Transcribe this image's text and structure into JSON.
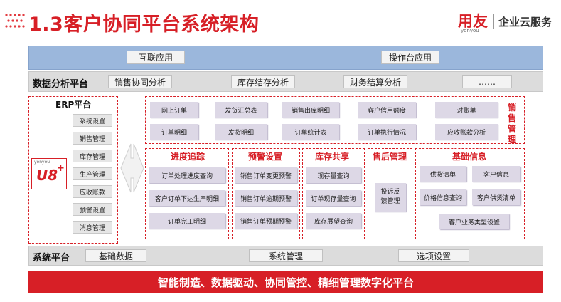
{
  "title": "1.3客户协同平台系统架构",
  "logo": {
    "main": "用友",
    "sub": "yonyou",
    "text": "企业云服务"
  },
  "top_band": {
    "items": [
      "互联应用",
      "操作台应用"
    ]
  },
  "analysis": {
    "label": "数据分析平台",
    "items": [
      "销售协同分析",
      "库存结存分析",
      "财务结算分析",
      "……"
    ]
  },
  "erp": {
    "label": "ERP平台",
    "u8_logo": {
      "brand": "yonyou",
      "mark": "U8",
      "plus": "+"
    },
    "side_items": [
      "系统设置",
      "销售管理",
      "库存管理",
      "生产管理",
      "应收账款",
      "预警设置",
      "消息管理"
    ]
  },
  "sales": {
    "label": "销售管理",
    "row1": [
      "网上订单",
      "发货汇总表",
      "销售出库明细",
      "客户信用额度",
      "对账单"
    ],
    "row2": [
      "订单明细",
      "发货明细",
      "订单统计表",
      "订单执行情况",
      "应收账款分析"
    ]
  },
  "progress": {
    "label": "进度追踪",
    "items": [
      "订单处理进度查询",
      "客户订单下达生产明细",
      "订单完工明细"
    ]
  },
  "warning": {
    "label": "预警设置",
    "items": [
      "销售订单变更预警",
      "销售订单逾期预警",
      "销售订单预期预警"
    ]
  },
  "inventory": {
    "label": "库存共享",
    "items": [
      "现存量查询",
      "订单现存量查询",
      "库存展望查询"
    ]
  },
  "aftersale": {
    "label": "售后管理",
    "items": [
      "投诉反馈管理"
    ]
  },
  "basic": {
    "label": "基础信息",
    "items": [
      "供货清单",
      "客户信息",
      "价格信息查询",
      "客户供货清单",
      "客户业务类型设置"
    ]
  },
  "system": {
    "label": "系统平台",
    "items": [
      "基础数据",
      "系统管理",
      "选项设置"
    ]
  },
  "footer": {
    "text": "智能制造、数据驱动、协同管控、精细管理数字化平台"
  }
}
